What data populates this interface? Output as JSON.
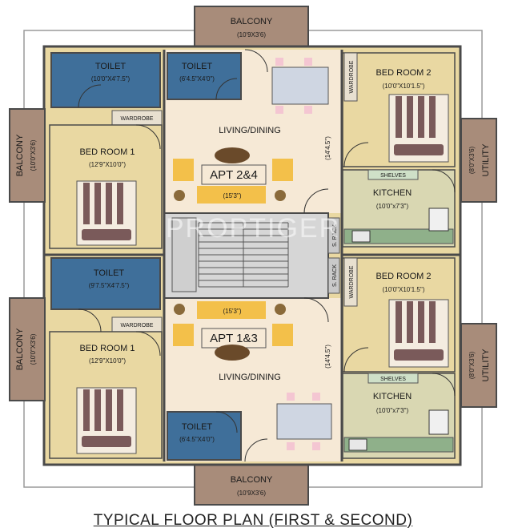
{
  "caption": "TYPICAL FLOOR PLAN (FIRST & SECOND)",
  "watermark": "PROPTIGER",
  "colors": {
    "wall": "#4a4a4a",
    "bedroom": "#e9d8a2",
    "toilet": "#3f6f9a",
    "living": "#f6e9d6",
    "kitchen": "#d9d7b2",
    "balcony": "#a88c7a",
    "stair": "#d6d6d6",
    "sofa": "#f3c04a",
    "bed_stripe": "#7a5a5a"
  },
  "rooms": {
    "balcony_top": {
      "name": "BALCONY",
      "dim": "(10'9X3'6)"
    },
    "balcony_bottom": {
      "name": "BALCONY",
      "dim": "(10'9X3'6)"
    },
    "toilet_tl": {
      "name": "TOILET",
      "dim": "(10'0\"X4'7.5\")"
    },
    "toilet_tc": {
      "name": "TOILET",
      "dim": "(6'4.5\"X4'0\")"
    },
    "toilet_ml": {
      "name": "TOILET",
      "dim": "(9'7.5\"X4'7.5\")"
    },
    "toilet_bc": {
      "name": "TOILET",
      "dim": "(6'4.5\"X4'0\")"
    },
    "bed1_top": {
      "name": "BED ROOM 1",
      "dim": "(12'9\"X10'0\")"
    },
    "bed1_bottom": {
      "name": "BED ROOM 1",
      "dim": "(12'9\"X10'0\")"
    },
    "bed2_top": {
      "name": "BED ROOM 2",
      "dim": "(10'0\"X10'1.5\")"
    },
    "bed2_bottom": {
      "name": "BED ROOM 2",
      "dim": "(10'0\"X10'1.5\")"
    },
    "kitchen_top": {
      "name": "KITCHEN",
      "dim": "(10'0\"x7'3\")"
    },
    "kitchen_bottom": {
      "name": "KITCHEN",
      "dim": "(10'0\"x7'3\")"
    },
    "living_top": {
      "name": "LIVING/DINING",
      "apt": "APT 2&4",
      "dim_h": "(15'3\")",
      "dim_v": "(14'4.5\")"
    },
    "living_bottom": {
      "name": "LIVING/DINING",
      "apt": "APT 1&3",
      "dim_h": "(15'3\")",
      "dim_v": "(14'4.5\")"
    },
    "balcony_left_top": {
      "name": "BALCONY",
      "dim": "(10'0\"X3'6)"
    },
    "balcony_left_bottom": {
      "name": "BALCONY",
      "dim": "(10'0\"X3'6)"
    },
    "utility_top": {
      "name": "UTILITY",
      "dim": "(8'0\"X3'6)"
    },
    "utility_bottom": {
      "name": "UTILITY",
      "dim": "(8'0\"X3'6)"
    }
  },
  "labels": {
    "wardrobe": "WARDROBE",
    "shelves": "SHELVES",
    "s_rack": "S. RACK"
  }
}
